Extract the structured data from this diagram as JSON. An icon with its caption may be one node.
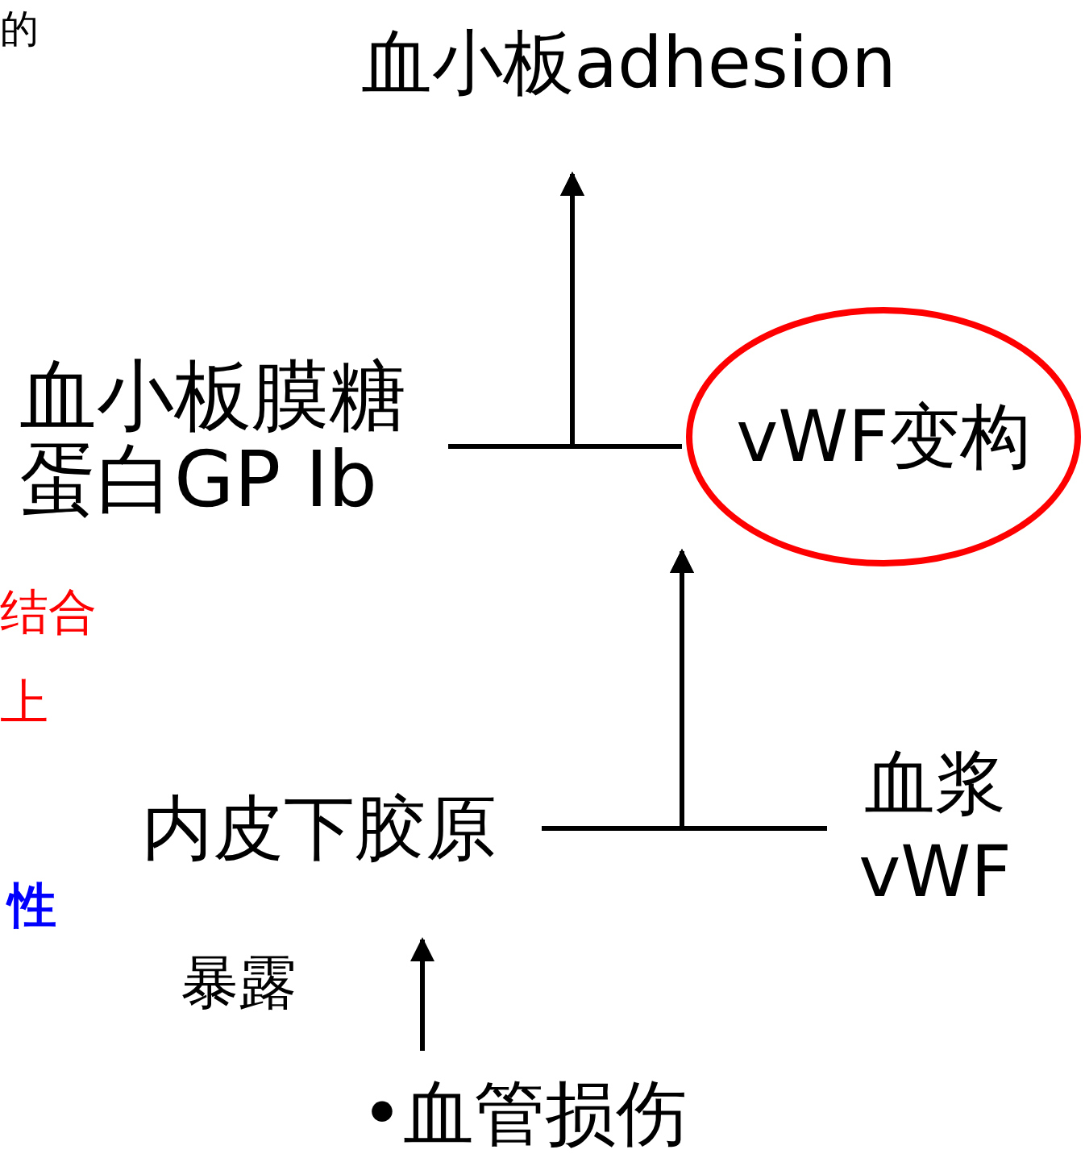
{
  "diagram": {
    "nodes": [
      {
        "text": [
          "血小板adhesion"
        ]
      },
      {
        "text": [
          "血小板膜糖蛋白GP Ib"
        ]
      },
      {
        "text": [
          "vWF变构"
        ]
      },
      {
        "text": [
          "内皮下胶原"
        ]
      },
      {
        "text": [
          "血浆vWF"
        ]
      },
      {
        "text": [
          "•血管损伤"
        ]
      }
    ],
    "edges": [
      {
        "from": 1,
        "to": 0,
        "arrow": "to"
      },
      {
        "from": 2,
        "to": 0,
        "arrow": "to"
      },
      {
        "from": 3,
        "to": 2,
        "arrow": "to"
      },
      {
        "from": 4,
        "to": 2,
        "arrow": "to"
      },
      {
        "from": 5,
        "to": 3,
        "arrow": "to",
        "label": "暴露"
      }
    ],
    "labels": [
      "的",
      "结合",
      "上",
      "性"
    ]
  }
}
